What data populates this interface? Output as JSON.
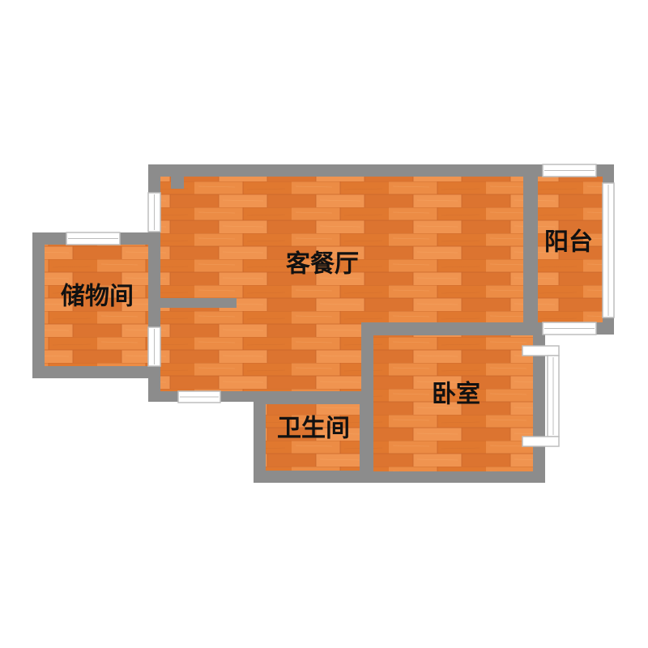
{
  "colors": {
    "wall": "#8c8c8c",
    "wall_edge": "#cfcfcf",
    "floor_base": "#e7823b",
    "floor_light": "#f19a55",
    "floor_dark": "#d8702f",
    "window_frame": "#bdbdbd",
    "window_glass": "#ffffff"
  },
  "rooms": {
    "living_dining": {
      "label": "客餐厅"
    },
    "balcony": {
      "label": "阳台"
    },
    "storage": {
      "label": "储物间"
    },
    "bedroom": {
      "label": "卧室"
    },
    "bathroom": {
      "label": "卫生间"
    }
  }
}
